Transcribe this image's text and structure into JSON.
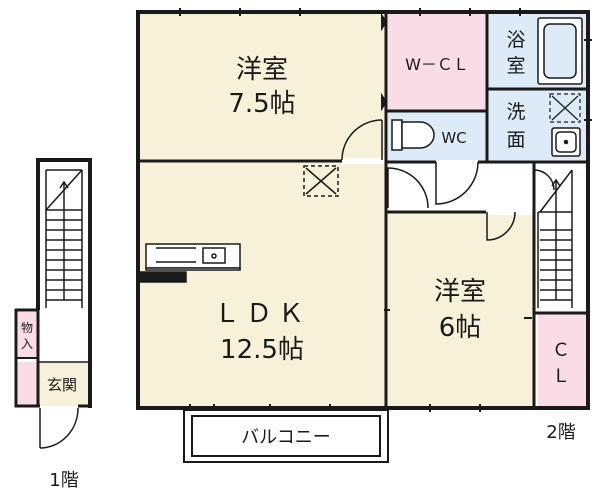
{
  "rooms": {
    "western_room_large": {
      "name": "洋室",
      "size": "7.5帖"
    },
    "walk_in_closet": {
      "name": "W－ＣＬ"
    },
    "bath": {
      "line1": "浴",
      "line2": "室"
    },
    "washroom": {
      "line1": "洗",
      "line2": "面"
    },
    "toilet": {
      "name": "WC"
    },
    "ldk": {
      "name": "ＬＤＫ",
      "size": "12.5帖"
    },
    "western_room_small": {
      "name": "洋室",
      "size": "6帖"
    },
    "closet": {
      "line1": "Ｃ",
      "line2": "Ｌ"
    },
    "balcony": {
      "name": "バルコニー"
    },
    "storage": {
      "line1": "物",
      "line2": "入"
    },
    "entrance": {
      "name": "玄関"
    }
  },
  "floors": {
    "first": "1階",
    "second": "2階"
  },
  "colors": {
    "room_beige": "#f6f1d8",
    "wet_blue": "#dcebf7",
    "closet_pink": "#f9dce5",
    "wall": "#1a1a1a"
  }
}
